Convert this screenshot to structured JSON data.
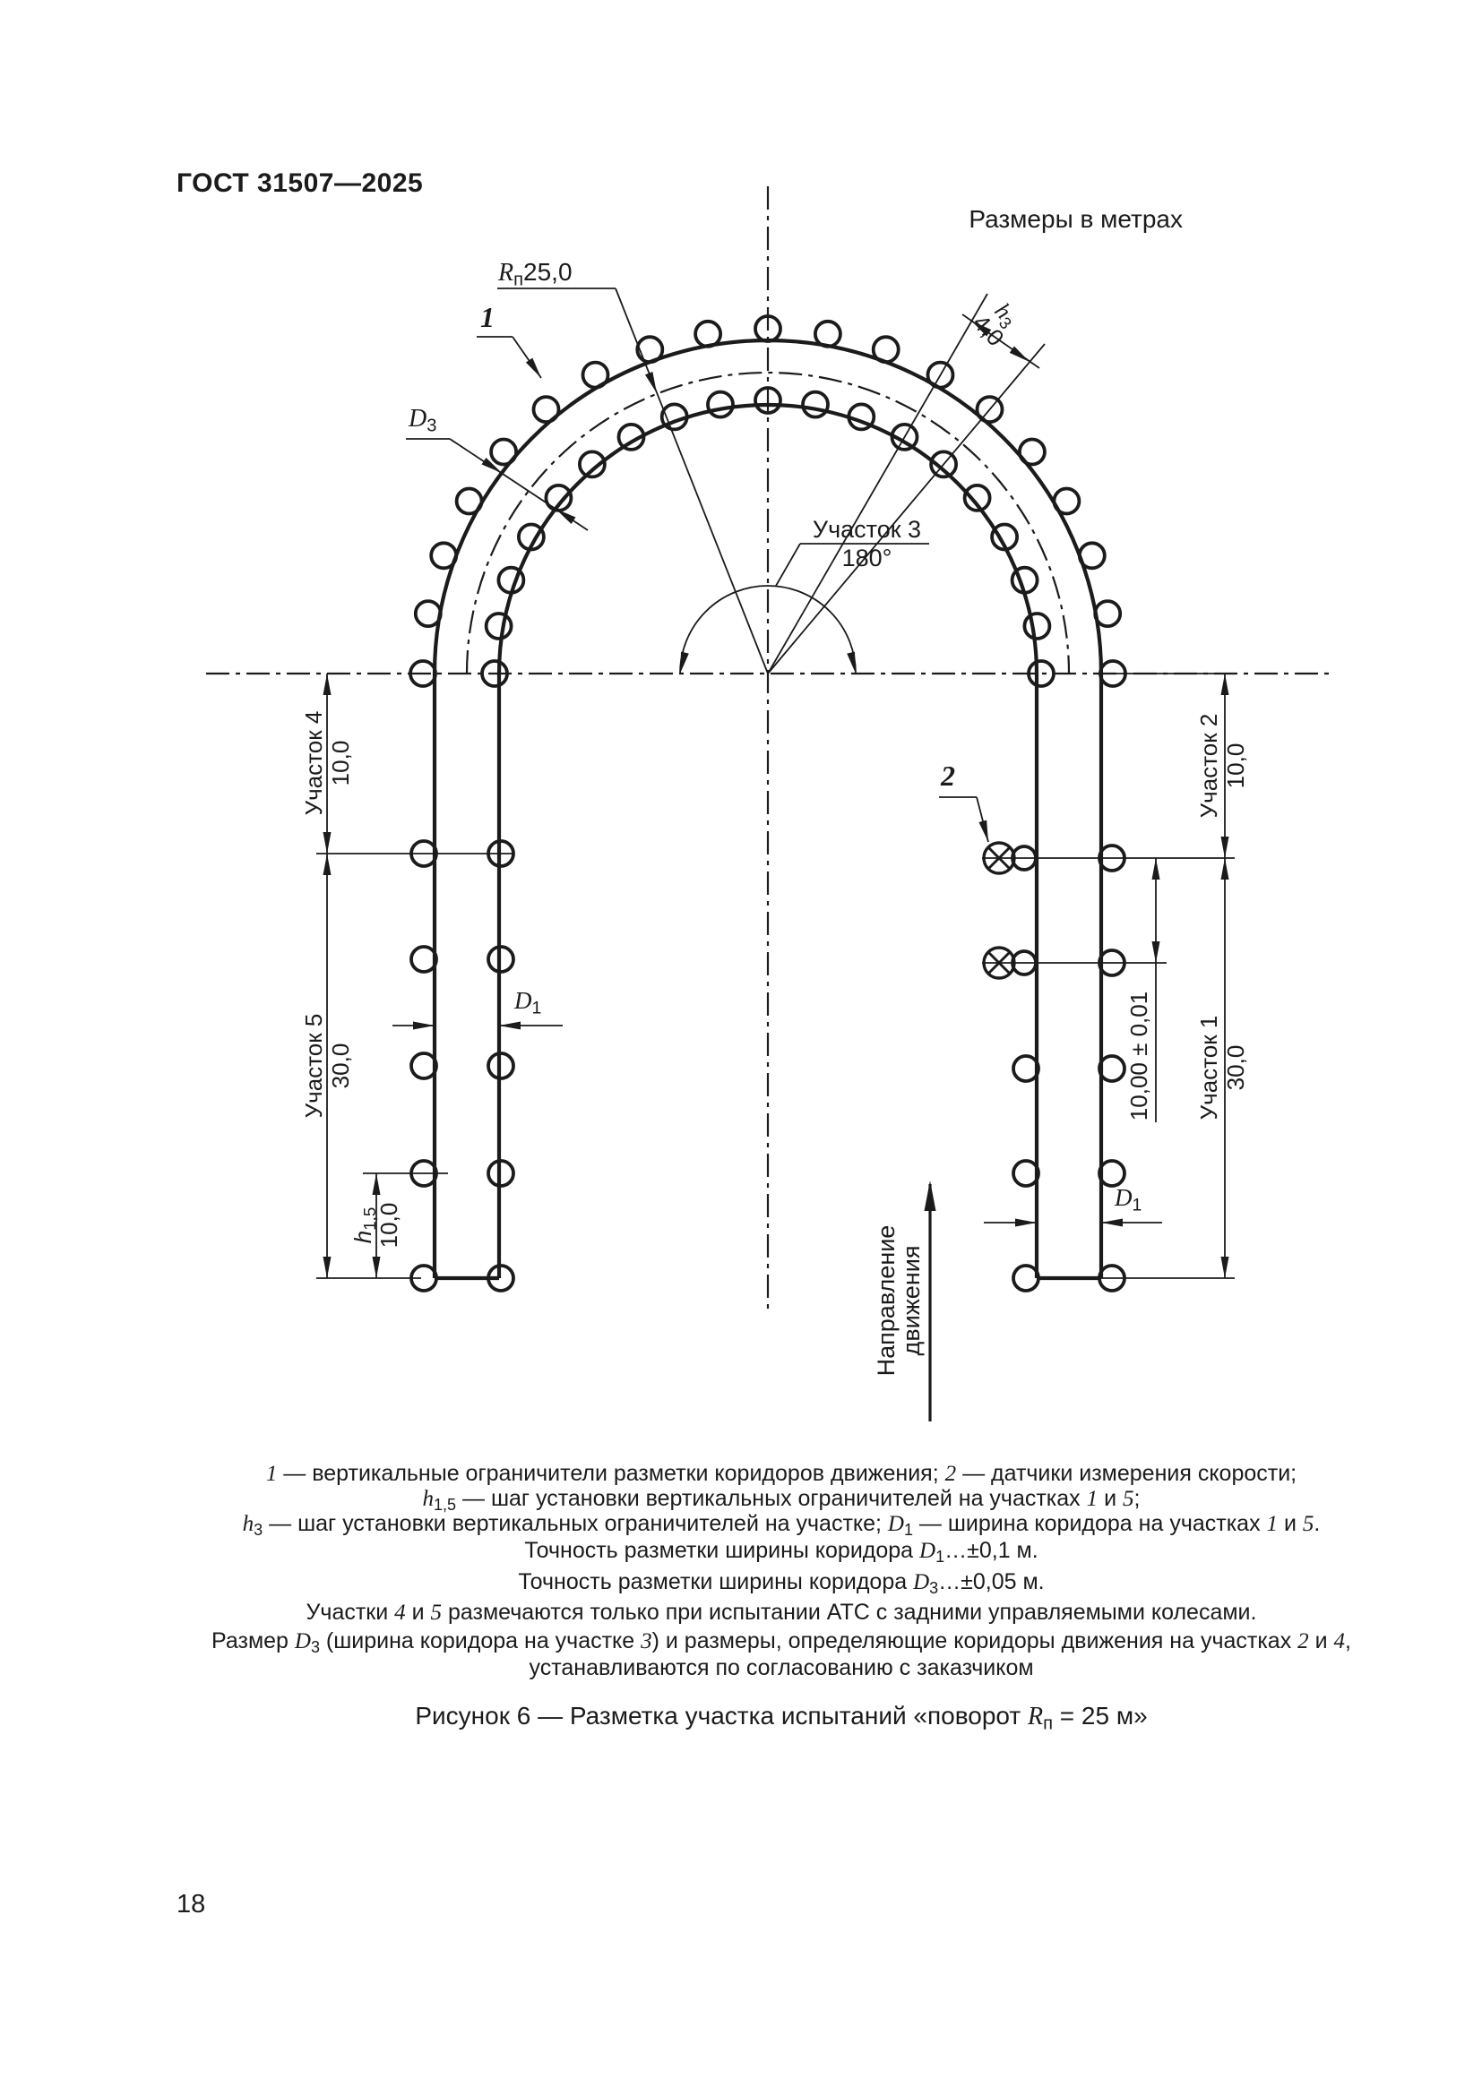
{
  "page": {
    "header": "ГОСТ 31507—2025",
    "units_note": "Размеры в метрах",
    "page_number": "18"
  },
  "diagram": {
    "radius_label": {
      "var": "R",
      "sub": "п",
      "value": "25,0"
    },
    "callout_1": "1",
    "callout_2": "2",
    "d3": {
      "var": "D",
      "sub": "3"
    },
    "d1": {
      "var": "D",
      "sub": "1"
    },
    "h3": {
      "var": "h",
      "sub": "3",
      "value": "4,0"
    },
    "h15": {
      "var": "h",
      "sub": "1,5",
      "value": "10,0"
    },
    "section1": {
      "label": "Участок 1",
      "value": "30,0"
    },
    "section2": {
      "label": "Участок 2",
      "value": "10,0"
    },
    "section3": {
      "label": "Участок 3",
      "value": "180°"
    },
    "section4": {
      "label": "Участок 4",
      "value": "10,0"
    },
    "section5": {
      "label": "Участок 5",
      "value": "30,0"
    },
    "tolerance": "10,00 ± 0,01",
    "direction": {
      "line1": "Направление",
      "line2": "движения"
    }
  },
  "legend": {
    "line1": "<i>1</i> — вертикальные ограничители разметки коридоров движения; <i>2</i> — датчики измерения скорости;",
    "line2": "<i>h</i><sub>1,5</sub> — шаг установки вертикальных ограничителей на участках <i>1</i> и <i>5</i>;",
    "line3": "<i>h</i><sub>3</sub> — шаг установки вертикальных ограничителей на участке; <i>D</i><sub>1</sub> — ширина коридора на участках <i>1</i> и <i>5</i>."
  },
  "notes": {
    "note1": "Точность разметки ширины коридора <i>D</i><sub>1</sub>…±0,1 м.",
    "note2": "Точность разметки ширины коридора <i>D</i><sub>3</sub>…±0,05 м.",
    "note3": "Участки <i>4</i> и <i>5</i> размечаются только при испытании АТС с задними управляемыми колесами.",
    "note4a": "Размер <i>D</i><sub>3</sub> (ширина коридора на участке <i>3</i>) и размеры, определяющие коридоры движения на участках <i>2</i> и <i>4</i>,",
    "note4b": "устанавливаются по согласованию с заказчиком"
  },
  "figure_caption": "Рисунок 6 — Разметка участка испытаний «поворот <i>R</i><sub>п</sub> = 25 м»"
}
